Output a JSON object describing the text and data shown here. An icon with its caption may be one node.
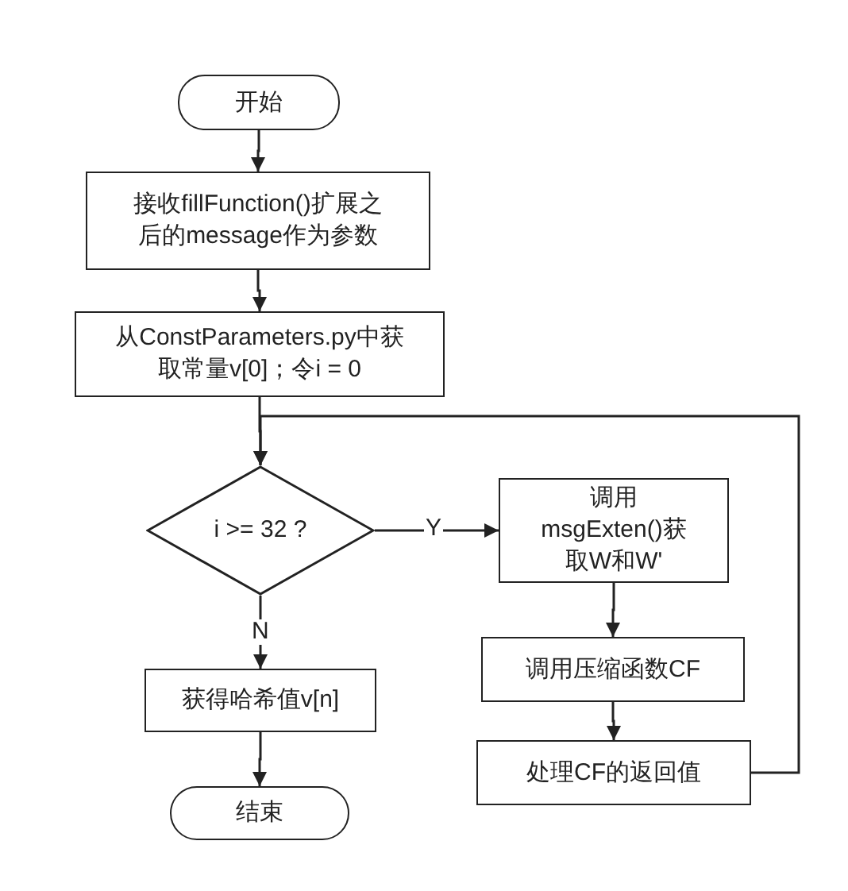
{
  "diagram": {
    "nodes": [
      {
        "text": [
          "开始"
        ]
      },
      {
        "text": [
          "接收fillFunction()扩展之后的message作为参数"
        ]
      },
      {
        "text": [
          "从ConstParameters.py中获取常量v[0]；令i = 0"
        ]
      },
      {
        "text": [
          "i >= 32 ?"
        ]
      },
      {
        "text": [
          "调用msgExten()获取W和W'"
        ]
      },
      {
        "text": [
          "调用压缩函数CF"
        ]
      },
      {
        "text": [
          "处理CF的返回值"
        ]
      },
      {
        "text": [
          "获得哈希值v[n]"
        ]
      },
      {
        "text": [
          "结束"
        ]
      }
    ],
    "edges": [
      {
        "from": 0,
        "to": 1,
        "arrow": "to"
      },
      {
        "from": 1,
        "to": 2,
        "arrow": "to"
      },
      {
        "from": 2,
        "to": 3,
        "arrow": "to"
      },
      {
        "from": 3,
        "to": 4,
        "arrow": "to",
        "label": "Y"
      },
      {
        "from": 4,
        "to": 5,
        "arrow": "to"
      },
      {
        "from": 5,
        "to": 6,
        "arrow": "to"
      },
      {
        "from": 6,
        "to": 3,
        "arrow": "to"
      },
      {
        "from": 3,
        "to": 7,
        "arrow": "to",
        "label": "N"
      },
      {
        "from": 7,
        "to": 8,
        "arrow": "to"
      }
    ]
  }
}
